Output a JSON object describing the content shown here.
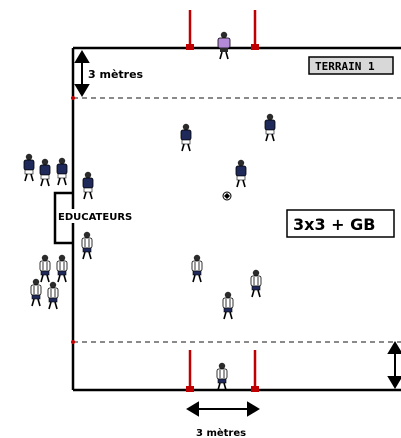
{
  "terrain_label": "TERRAIN 1",
  "top_zone_label": "3 mètres",
  "bottom_width_label": "3 mètres",
  "bench_label": "EDUCATEURS",
  "format_label": "3x3 + GB",
  "colors": {
    "field_line": "#000000",
    "goal_post": "#c00000",
    "team_a": "#1f2a5a",
    "team_b": "#ffffff",
    "goalkeeper": "#b48ad8",
    "label_box": "#d8d8d8"
  }
}
